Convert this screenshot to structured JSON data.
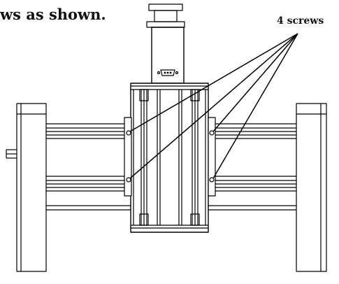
{
  "instruction_fragment": "ws as shown.",
  "callout": {
    "label": "4 screws",
    "count": 4
  },
  "colors": {
    "line": "#000000",
    "background": "#ffffff"
  }
}
